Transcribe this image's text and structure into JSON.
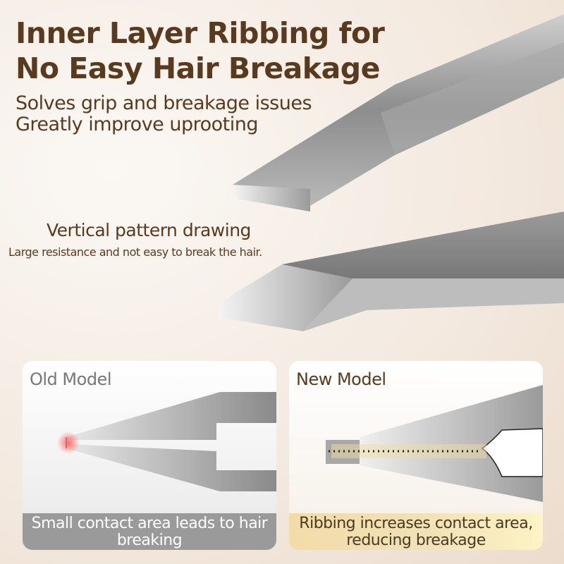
{
  "headline": {
    "line1": "Inner Layer Ribbing for",
    "line2": "No Easy Hair Breakage"
  },
  "subheadline": {
    "line1": "Solves grip and breakage issues",
    "line2": "Greatly improve uprooting"
  },
  "feature": {
    "title": "Vertical pattern drawing",
    "description": "Large resistance and not easy to break the hair."
  },
  "comparison": {
    "old": {
      "label": "Old Model",
      "caption": "Small contact area leads to hair breaking",
      "highlight_color": "#ff4a4a"
    },
    "new": {
      "label": "New Model",
      "caption": "Ribbing increases contact area, reducing breakage",
      "highlight_color": "#f1d9a6"
    }
  },
  "colors": {
    "text_brown": "#5a3a1e"
  }
}
